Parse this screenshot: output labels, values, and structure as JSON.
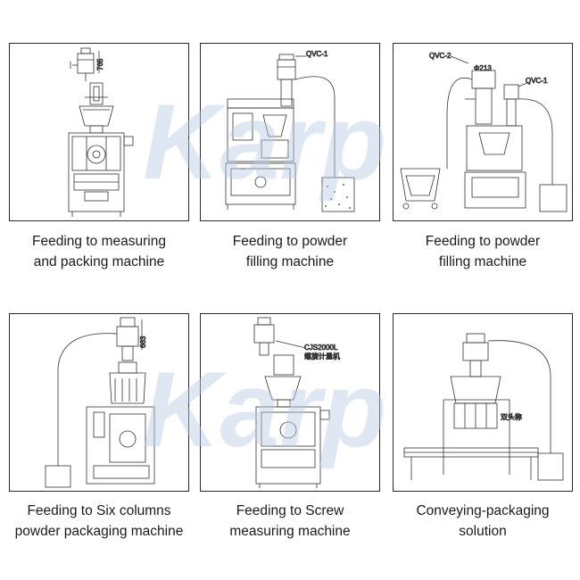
{
  "watermark": {
    "text": "Karp",
    "color": "#b9cde3"
  },
  "panels": [
    {
      "id": "p1",
      "annotations": {
        "dim": "765"
      },
      "caption": [
        "Feeding to measuring",
        "and packing machine"
      ]
    },
    {
      "id": "p2",
      "annotations": {
        "qvc1": "QVC-1"
      },
      "caption": [
        "Feeding to powder",
        "filling machine"
      ]
    },
    {
      "id": "p3",
      "annotations": {
        "qvc2": "QVC-2",
        "dia": "Φ213",
        "qvc1": "QVC-1"
      },
      "caption": [
        "Feeding to powder",
        "filling machine"
      ]
    },
    {
      "id": "p4",
      "annotations": {
        "dim": "663"
      },
      "caption": [
        "Feeding to Six columns",
        "powder packaging machine"
      ]
    },
    {
      "id": "p5",
      "annotations": {
        "model": "CJS2000L",
        "model_cn": "螺旋计量机"
      },
      "caption": [
        "Feeding to Screw",
        "measuring machine"
      ]
    },
    {
      "id": "p6",
      "annotations": {
        "label": "双头称"
      },
      "caption": [
        "Conveying-packaging",
        "solution"
      ]
    }
  ]
}
